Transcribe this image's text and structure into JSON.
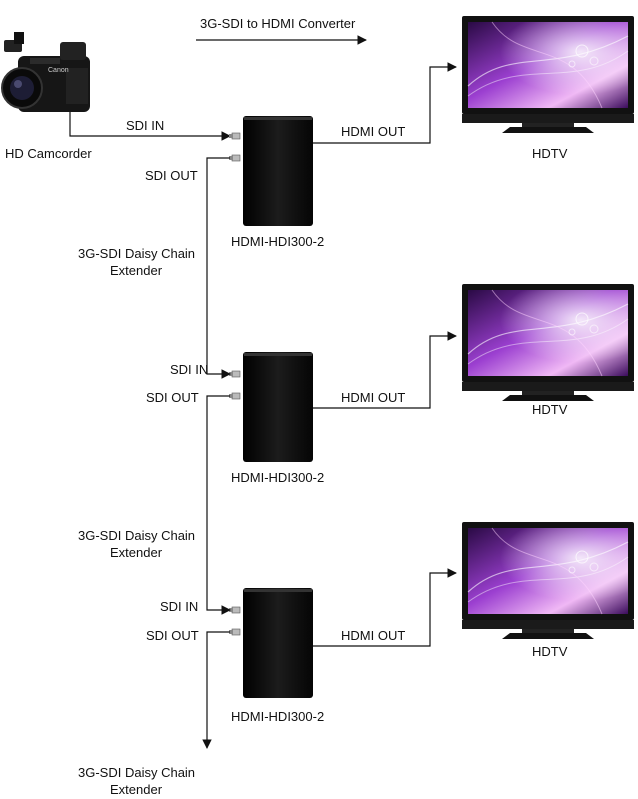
{
  "header": {
    "title": "3G-SDI to HDMI Converter"
  },
  "source": {
    "label": "HD Camcorder",
    "brand": "Canon"
  },
  "labels": {
    "sdi_in": "SDI IN",
    "sdi_out": "SDI OUT",
    "hdmi_out": "HDMI OUT",
    "display": "HDTV",
    "device": "HDMI-HDI300-2",
    "chain_line1": "3G-SDI Daisy Chain",
    "chain_line2": "Extender"
  },
  "colors": {
    "line": "#111111",
    "device": "#0d0d0d",
    "screen_purple": "#9b3fd0",
    "screen_dark": "#2a0a45"
  }
}
